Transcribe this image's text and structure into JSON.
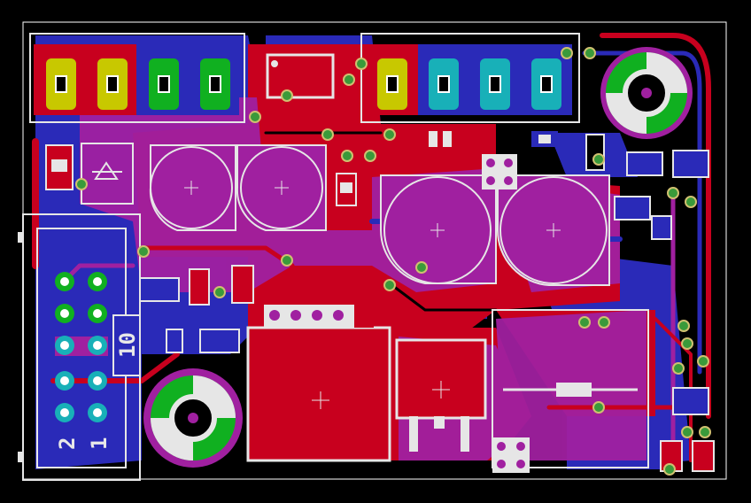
{
  "colors": {
    "background": "#000000",
    "top_copper": "#c8001e",
    "bottom_copper": "#2a2ab8",
    "overlap": "#a020a0",
    "silkscreen": "#e6e6e6",
    "via": "#3a9a3a",
    "pad_green": "#10b020",
    "pad_yellow": "#c8c800",
    "pad_cyan": "#18b0b8",
    "outline": "#ffffff"
  },
  "labels": {
    "connector_pin_10": "10",
    "connector_pin_2": "2",
    "connector_pin_1": "1"
  }
}
